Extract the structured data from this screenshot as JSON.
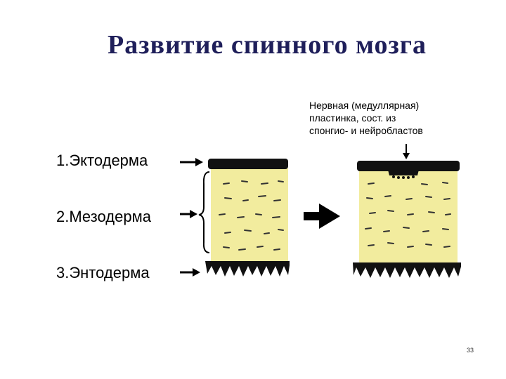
{
  "title": "Развитие спинного мозга",
  "labels": {
    "ectoderm": "1.Эктодерма",
    "mesoderm": "2.Мезодерма",
    "endoderm": "3.Энтодерма"
  },
  "note": {
    "line1": "Нервная (медуллярная)",
    "line2": "пластинка, сост. из",
    "line3": "спонгио- и нейробластов"
  },
  "page_number": "33",
  "colors": {
    "title": "#1f1f5a",
    "mesoderm_fill": "#f2ec9e",
    "layer_dark": "#111111"
  }
}
